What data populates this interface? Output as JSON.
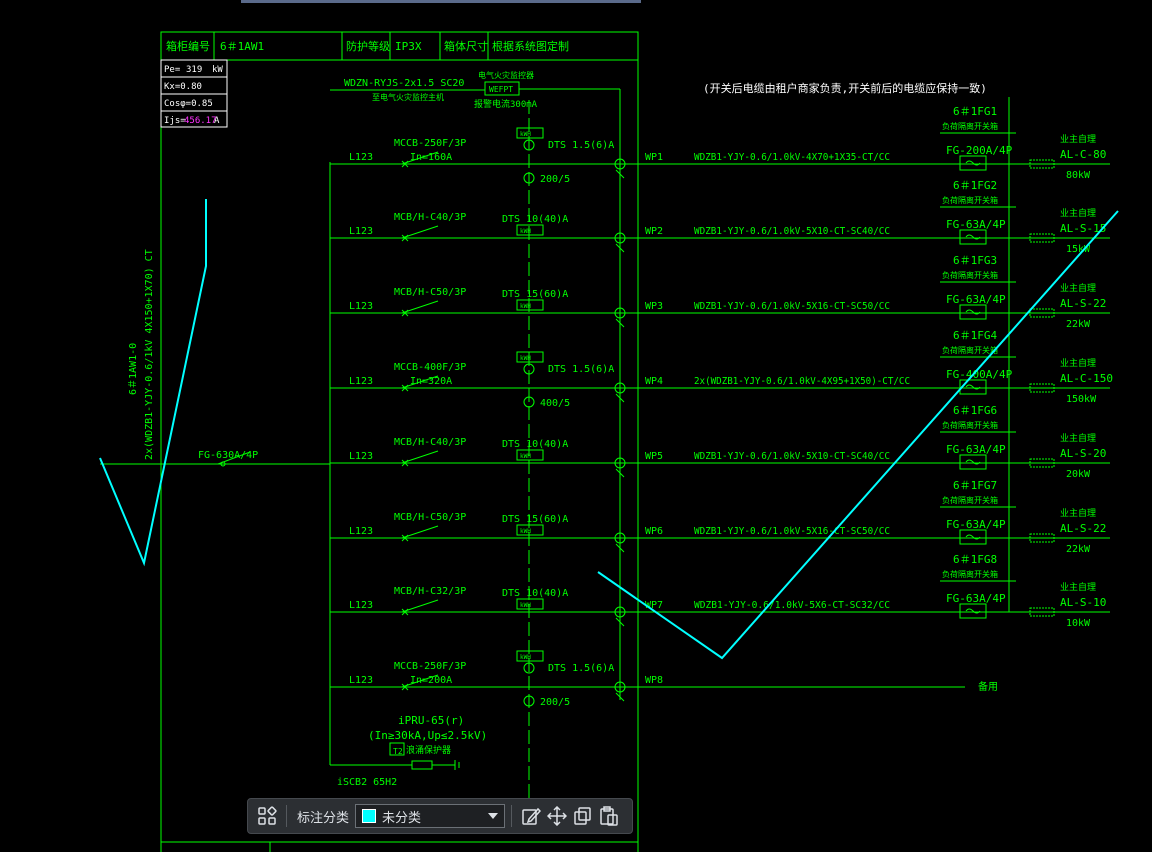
{
  "colors": {
    "line": "#00ff00",
    "accent": "#00ffff",
    "highlight": "#ff33ff",
    "bg": "#000000"
  },
  "header": {
    "cells": [
      "箱柜编号",
      "6＃1AW1",
      "防护等级",
      "IP3X",
      "箱体尺寸",
      "根据系统图定制"
    ]
  },
  "params": {
    "pe_label": "Pe=",
    "pe_value": "319",
    "pe_unit": "kW",
    "kx": "Kx=0.80",
    "cos": "Cosφ=0.85",
    "ijs_label": "Ijs=",
    "ijs_value": "456.17",
    "ijs_unit": "A"
  },
  "fire_monitor": {
    "cable": "WDZN-RYJS-2x1.5 SC20",
    "cable_note": "至电气火灾监控主机",
    "title": "电气火灾监控器",
    "device": "WEFPT",
    "setting": "报警电流300mA"
  },
  "note_top": "(开关后电缆由租户商家负责,开关前后的电缆应保持一致)",
  "incoming": {
    "line1": "6＃1AW1-0",
    "line2": "2x(WDZB1-YJY-0.6/1kV 4X150+1X70) CT",
    "breaker": "FG-630A/4P"
  },
  "circuits": [
    {
      "phase": "L123",
      "breaker": "MCCB-250F/3P",
      "setting": "In=160A",
      "meter": "DTS 1.5(6)A",
      "ct": "200/5",
      "kwh": "kWH",
      "wp": "WP1",
      "cable": "WDZB1-YJY-0.6/1.0kV-4X70+1X35-CT/CC",
      "iso_id": "6＃1FG1",
      "iso_label": "负荷隔离开关箱",
      "iso_rating": "FG-200A/4P",
      "tenant": "业主自理",
      "panel": "AL-C-80",
      "kw": "80kW"
    },
    {
      "phase": "L123",
      "breaker": "MCB/H-C40/3P",
      "setting": "",
      "meter": "DTS 10(40)A",
      "ct": "",
      "kwh": "kWH",
      "wp": "WP2",
      "cable": "WDZB1-YJY-0.6/1.0kV-5X10-CT-SC40/CC",
      "iso_id": "6＃1FG2",
      "iso_label": "负荷隔离开关箱",
      "iso_rating": "FG-63A/4P",
      "tenant": "业主自理",
      "panel": "AL-S-15",
      "kw": "15kW"
    },
    {
      "phase": "L123",
      "breaker": "MCB/H-C50/3P",
      "setting": "",
      "meter": "DTS 15(60)A",
      "ct": "",
      "kwh": "kWH",
      "wp": "WP3",
      "cable": "WDZB1-YJY-0.6/1.0kV-5X16-CT-SC50/CC",
      "iso_id": "6＃1FG3",
      "iso_label": "负荷隔离开关箱",
      "iso_rating": "FG-63A/4P",
      "tenant": "业主自理",
      "panel": "AL-S-22",
      "kw": "22kW"
    },
    {
      "phase": "L123",
      "breaker": "MCCB-400F/3P",
      "setting": "In=320A",
      "meter": "DTS 1.5(6)A",
      "ct": "400/5",
      "kwh": "kWH",
      "wp": "WP4",
      "cable": "2x(WDZB1-YJY-0.6/1.0kV-4X95+1X50)-CT/CC",
      "iso_id": "6＃1FG4",
      "iso_label": "负荷隔离开关箱",
      "iso_rating": "FG-400A/4P",
      "tenant": "业主自理",
      "panel": "AL-C-150",
      "kw": "150kW"
    },
    {
      "phase": "L123",
      "breaker": "MCB/H-C40/3P",
      "setting": "",
      "meter": "DTS 10(40)A",
      "ct": "",
      "kwh": "kWH",
      "wp": "WP5",
      "cable": "WDZB1-YJY-0.6/1.0kV-5X10-CT-SC40/CC",
      "iso_id": "6＃1FG6",
      "iso_label": "负荷隔离开关箱",
      "iso_rating": "FG-63A/4P",
      "tenant": "业主自理",
      "panel": "AL-S-20",
      "kw": "20kW"
    },
    {
      "phase": "L123",
      "breaker": "MCB/H-C50/3P",
      "setting": "",
      "meter": "DTS 15(60)A",
      "ct": "",
      "kwh": "kWH",
      "wp": "WP6",
      "cable": "WDZB1-YJY-0.6/1.0kV-5X16-CT-SC50/CC",
      "iso_id": "6＃1FG7",
      "iso_label": "负荷隔离开关箱",
      "iso_rating": "FG-63A/4P",
      "tenant": "业主自理",
      "panel": "AL-S-22",
      "kw": "22kW"
    },
    {
      "phase": "L123",
      "breaker": "MCB/H-C32/3P",
      "setting": "",
      "meter": "DTS 10(40)A",
      "ct": "",
      "kwh": "kWH",
      "wp": "WP7",
      "cable": "WDZB1-YJY-0.6/1.0kV-5X6-CT-SC32/CC",
      "iso_id": "6＃1FG8",
      "iso_label": "负荷隔离开关箱",
      "iso_rating": "FG-63A/4P",
      "tenant": "业主自理",
      "panel": "AL-S-10",
      "kw": "10kW"
    },
    {
      "phase": "L123",
      "breaker": "MCCB-250F/3P",
      "setting": "In=200A",
      "meter": "DTS 1.5(6)A",
      "ct": "200/5",
      "kwh": "kWH",
      "wp": "WP8",
      "cable": "",
      "iso_id": "",
      "iso_label": "",
      "iso_rating": "",
      "tenant": "",
      "panel": "",
      "kw": "",
      "spare": "备用"
    }
  ],
  "spd": {
    "model": "iPRU-65(r)",
    "spec": "(In≥30kA,Up≤2.5kV)",
    "tag": "T2",
    "label": "浪涌保护器",
    "breaker": "iSCB2 65H2"
  },
  "toolbar": {
    "label": "标注分类",
    "select_value": "未分类",
    "select_color": "#00ffff",
    "icons": [
      "grid-icon",
      "edit-icon",
      "move-icon",
      "copy-icon",
      "paste-icon"
    ]
  }
}
